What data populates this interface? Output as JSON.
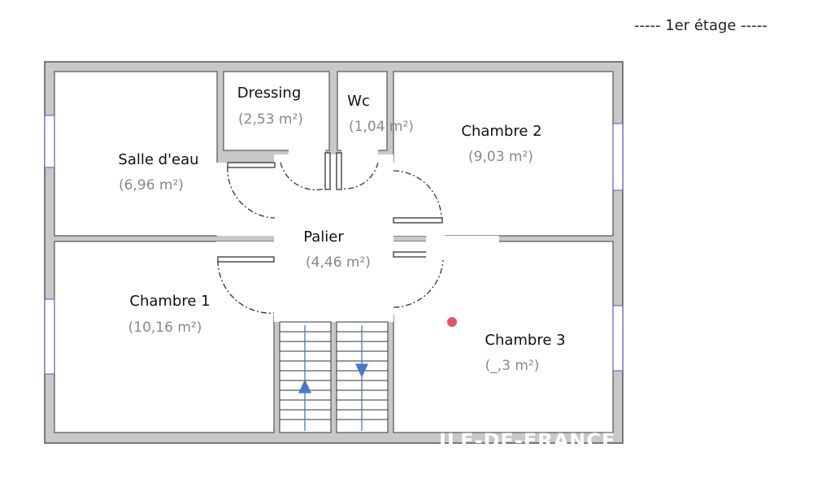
{
  "floor_label": "----- 1er étage -----",
  "rooms": [
    {
      "name": "Salle d'eau",
      "area": "(6,96 m²)"
    },
    {
      "name": "Dressing",
      "area": "(2,53 m²)"
    },
    {
      "name": "Wc",
      "area": "(1,04 m²)"
    },
    {
      "name": "Chambre 2",
      "area": "(9,03 m²)"
    },
    {
      "name": "Palier",
      "area": "(4,46 m²)"
    },
    {
      "name": "Chambre 1",
      "area": "(10,16 m²)"
    },
    {
      "name": "Chambre 3",
      "area": "(_,3 m²)"
    }
  ],
  "watermark": "ÎLE-DE-FRANCE",
  "colors": {
    "wall": "#c8c8c8",
    "wall_outline": "#555555",
    "stair_arrow": "#4a78c8",
    "window": "#6a6ad0",
    "marker": "#e85560"
  }
}
